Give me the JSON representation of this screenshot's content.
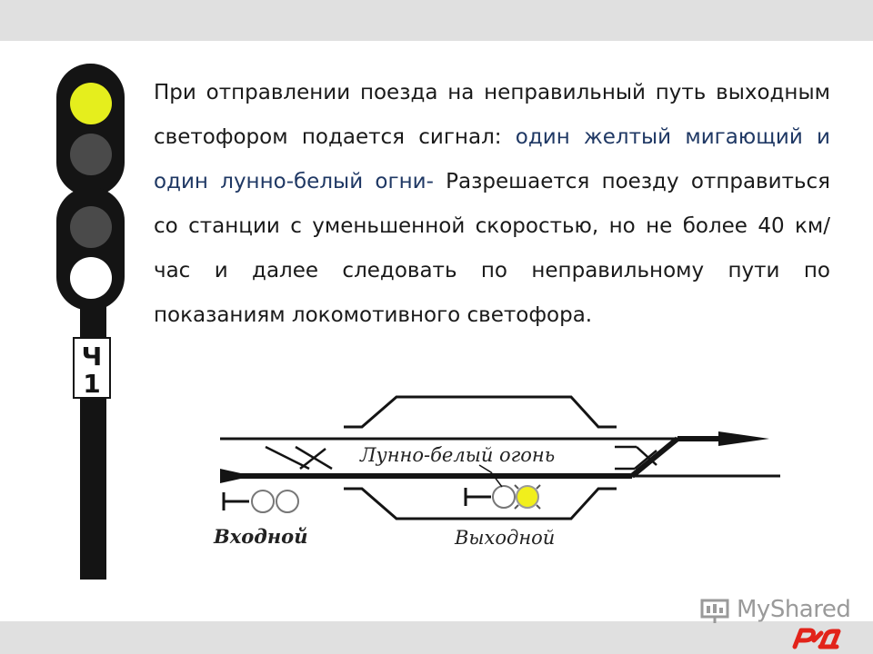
{
  "paragraph": {
    "part1": "При отправлении поезда на неправильный путь выходным светофором подается сигнал:",
    "part2": "один желтый мигающий и один лунно-белый огни-",
    "part3": "Разрешается поезду отправиться со станции с уменьшенной скоростью, но не более 40 км/час и далее следовать по неправильному пути по показаниям локомотивного светофора."
  },
  "signal": {
    "plate_line1": "Ч",
    "plate_line2": "1",
    "lamps": [
      "yellow",
      "dark",
      "dark",
      "white"
    ]
  },
  "diagram": {
    "label_moon_white": "Лунно-белый огонь",
    "label_entry": "Входной",
    "label_exit": "Выходной"
  },
  "watermark": {
    "text": "MyShared"
  },
  "colors": {
    "lamp_yellow": "#e5ee1d",
    "lamp_dark": "#4a4a4a",
    "lamp_white": "#ffffff",
    "signal_body": "#141414",
    "text_blue": "#1f3864",
    "logo_red": "#e2231a"
  }
}
